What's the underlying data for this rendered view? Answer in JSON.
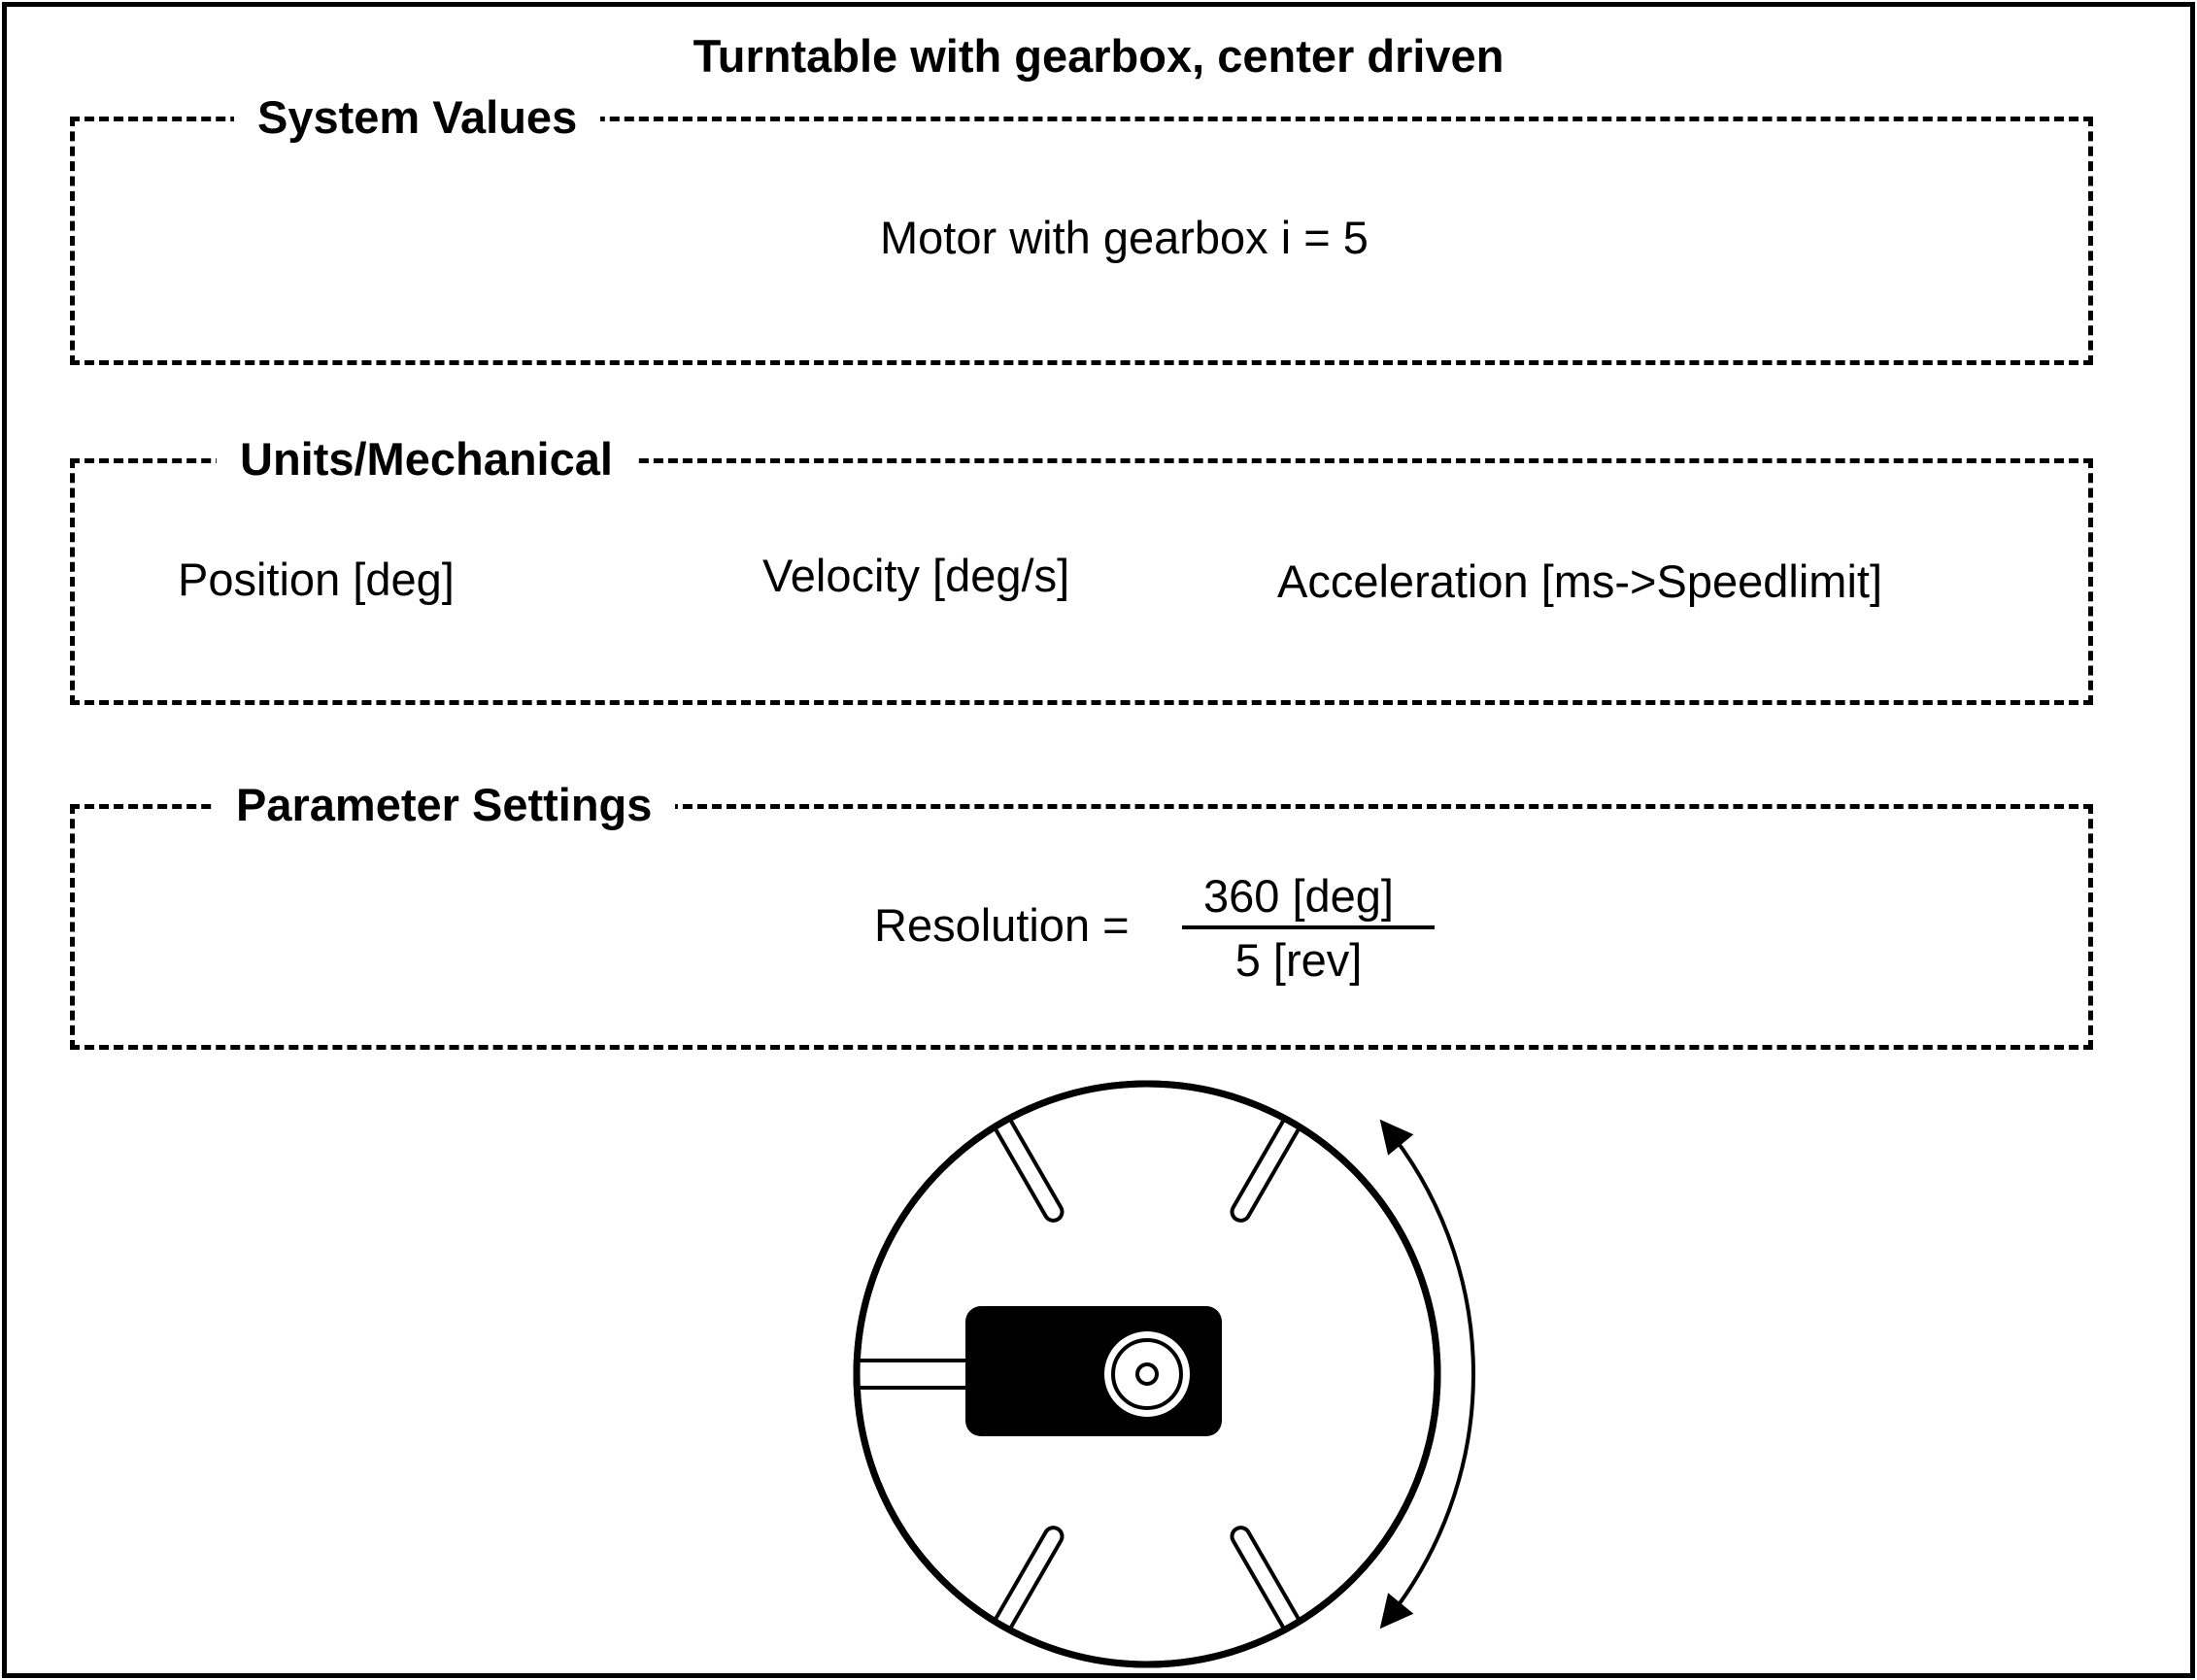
{
  "title": "Turntable with gearbox, center driven",
  "system_values": {
    "legend": "System Values",
    "motor": "Motor with gearbox i = 5"
  },
  "units_mechanical": {
    "legend": "Units/Mechanical",
    "position": "Position [deg]",
    "velocity": "Velocity [deg/s]",
    "acceleration": "Acceleration [ms->Speedlimit]"
  },
  "parameter_settings": {
    "legend": "Parameter Settings",
    "resolution_label": "Resolution =",
    "numerator": "360 [deg]",
    "denominator": "5 [rev]"
  },
  "diagram": {
    "icons": [
      "turntable-disc",
      "slot",
      "motor-block",
      "motor-shaft",
      "rotation-arrow"
    ],
    "colors": {
      "stroke": "#000000",
      "fill": "#ffffff",
      "motor": "#000000"
    }
  }
}
